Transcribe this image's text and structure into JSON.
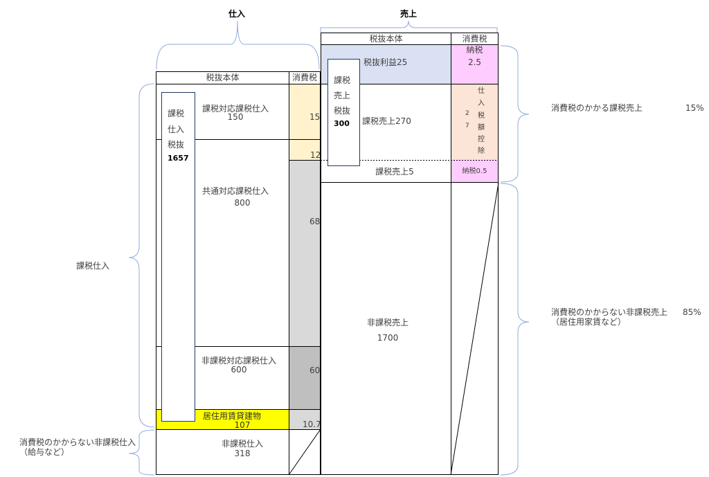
{
  "headers": {
    "purchase": "仕入",
    "sales": "売上"
  },
  "purchase": {
    "col_body": "税抜本体",
    "col_tax": "消費税",
    "total_box": [
      "課税",
      "仕入",
      "税抜",
      "1657"
    ],
    "rows": [
      {
        "name": "課税対応課税仕入",
        "amount": "150",
        "tax": "15"
      },
      {
        "name": "",
        "amount": "",
        "tax": "12"
      },
      {
        "name": "共通対応課税仕入",
        "amount": "800",
        "tax": "68"
      },
      {
        "name": "非課税対応課税仕入",
        "amount": "600",
        "tax": "60"
      },
      {
        "name": "居住用賃貸建物",
        "amount": "107",
        "tax": "10.7"
      },
      {
        "name": "非課税仕入",
        "amount": "318",
        "tax": ""
      }
    ]
  },
  "sales": {
    "col_body": "税抜本体",
    "col_tax": "消費税",
    "total_box": [
      "課税",
      "売上",
      "税抜",
      "300"
    ],
    "profit": {
      "label": "税抜利益25",
      "tax_label": "納税",
      "tax_value": "2.5"
    },
    "taxable": {
      "label": "課税売上270",
      "deduct_amount": "27",
      "deduct_chars": [
        "仕",
        "入",
        "税",
        "額",
        "控",
        "除"
      ]
    },
    "taxable_small": {
      "label": "課税売上5",
      "tax": "納税0.5"
    },
    "nontaxable": {
      "label": "非課税売上",
      "amount": "1700"
    }
  },
  "annotations": {
    "taxable_purchase": "課税仕入",
    "nontaxable_purchase_1": "消費税のかからない非課税仕入",
    "nontaxable_purchase_2": "（給与など）",
    "taxable_sales": "消費税のかかる課税売上",
    "taxable_sales_pct": "15%",
    "nontaxable_sales_1": "消費税のかからない非課税売上",
    "nontaxable_sales_2": "（居住用家賃など）",
    "nontaxable_sales_pct": "85%"
  },
  "colors": {
    "brace": "#8eaadb",
    "profit_fill": "#d9e1f2",
    "pink_fill": "#ffccff",
    "peach_fill": "#fce4d6",
    "cream_fill": "#fff2cc",
    "gray_fill": "#d9d9d9",
    "dark_gray_fill": "#bfbfbf",
    "yellow_fill": "#ffff00"
  }
}
